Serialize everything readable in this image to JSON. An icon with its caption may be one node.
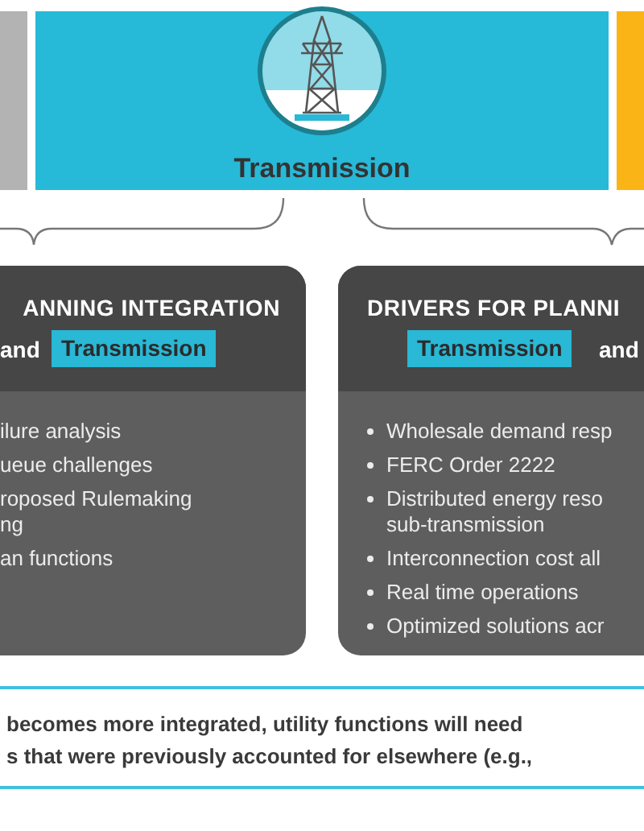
{
  "diagram": {
    "nodes": [
      {
        "text": [],
        "shape": "bar"
      },
      {
        "text": [
          "Transmission"
        ]
      },
      {
        "text": [],
        "shape": "bar"
      },
      {
        "text": [
          "ANNING INTEGRATION",
          "and",
          "ilure analysis",
          "ueue challenges",
          "roposed Rulemaking ng",
          "an functions"
        ]
      },
      {
        "text": [
          "Transmission"
        ],
        "in": 3
      },
      {
        "text": [
          "DRIVERS FOR PLANNI",
          "and",
          "Wholesale demand resp",
          "FERC Order 2222",
          "Distributed energy reso sub-transmission",
          "Interconnection cost all",
          "Real time operations",
          "Optimized solutions acr"
        ]
      },
      {
        "text": [
          "Transmission"
        ],
        "in": 5
      },
      {
        "text": [
          "becomes more integrated, utility functions will need",
          "s that were previously accounted for elsewhere (e.g.,"
        ]
      }
    ]
  }
}
